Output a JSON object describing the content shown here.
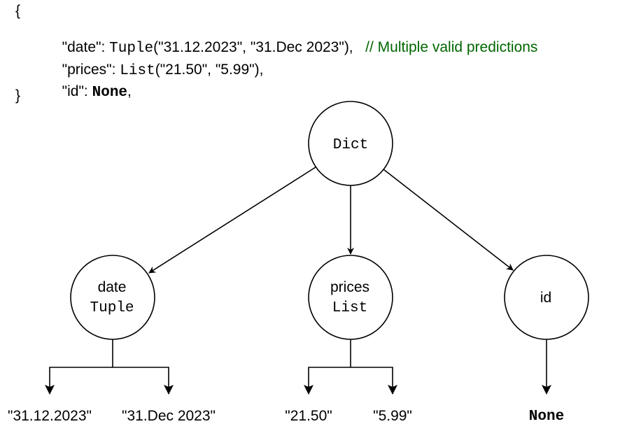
{
  "code": {
    "open_brace": "{",
    "close_brace": "}",
    "date_line": {
      "key": "\"date\": ",
      "type": "Tuple",
      "args": "(\"31.12.2023\", \"31.Dec 2023\"),",
      "comment": "// Multiple valid predictions"
    },
    "prices_line": {
      "key": "\"prices\": ",
      "type": "List",
      "args": "(\"21.50\", \"5.99\"),"
    },
    "id_line": {
      "key": "\"id\": ",
      "value": "None",
      "suffix": ","
    }
  },
  "tree": {
    "root": {
      "label": "Dict"
    },
    "children": [
      {
        "key": "date",
        "type": "Tuple",
        "leaves": [
          "\"31.12.2023\"",
          "\"31.Dec 2023\""
        ]
      },
      {
        "key": "prices",
        "type": "List",
        "leaves": [
          "\"21.50\"",
          "\"5.99\""
        ]
      },
      {
        "key": "id",
        "type": "",
        "leaves": [
          "None"
        ]
      }
    ]
  },
  "colors": {
    "comment": "#006600",
    "stroke": "#000000"
  }
}
